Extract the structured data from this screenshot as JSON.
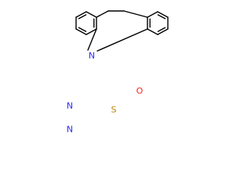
{
  "structure": {
    "atoms": {
      "N_azepine": {
        "label": "N",
        "color": "#2d2dff"
      },
      "O_carbonyl": {
        "label": "O",
        "color": "#ff2020"
      },
      "S_thioether": {
        "label": "S",
        "color": "#b8860b"
      },
      "N_quin_1": {
        "label": "N",
        "color": "#2d2dff"
      },
      "N_quin_3": {
        "label": "N",
        "color": "#2d2dff"
      }
    },
    "bond_color": "#000000"
  }
}
